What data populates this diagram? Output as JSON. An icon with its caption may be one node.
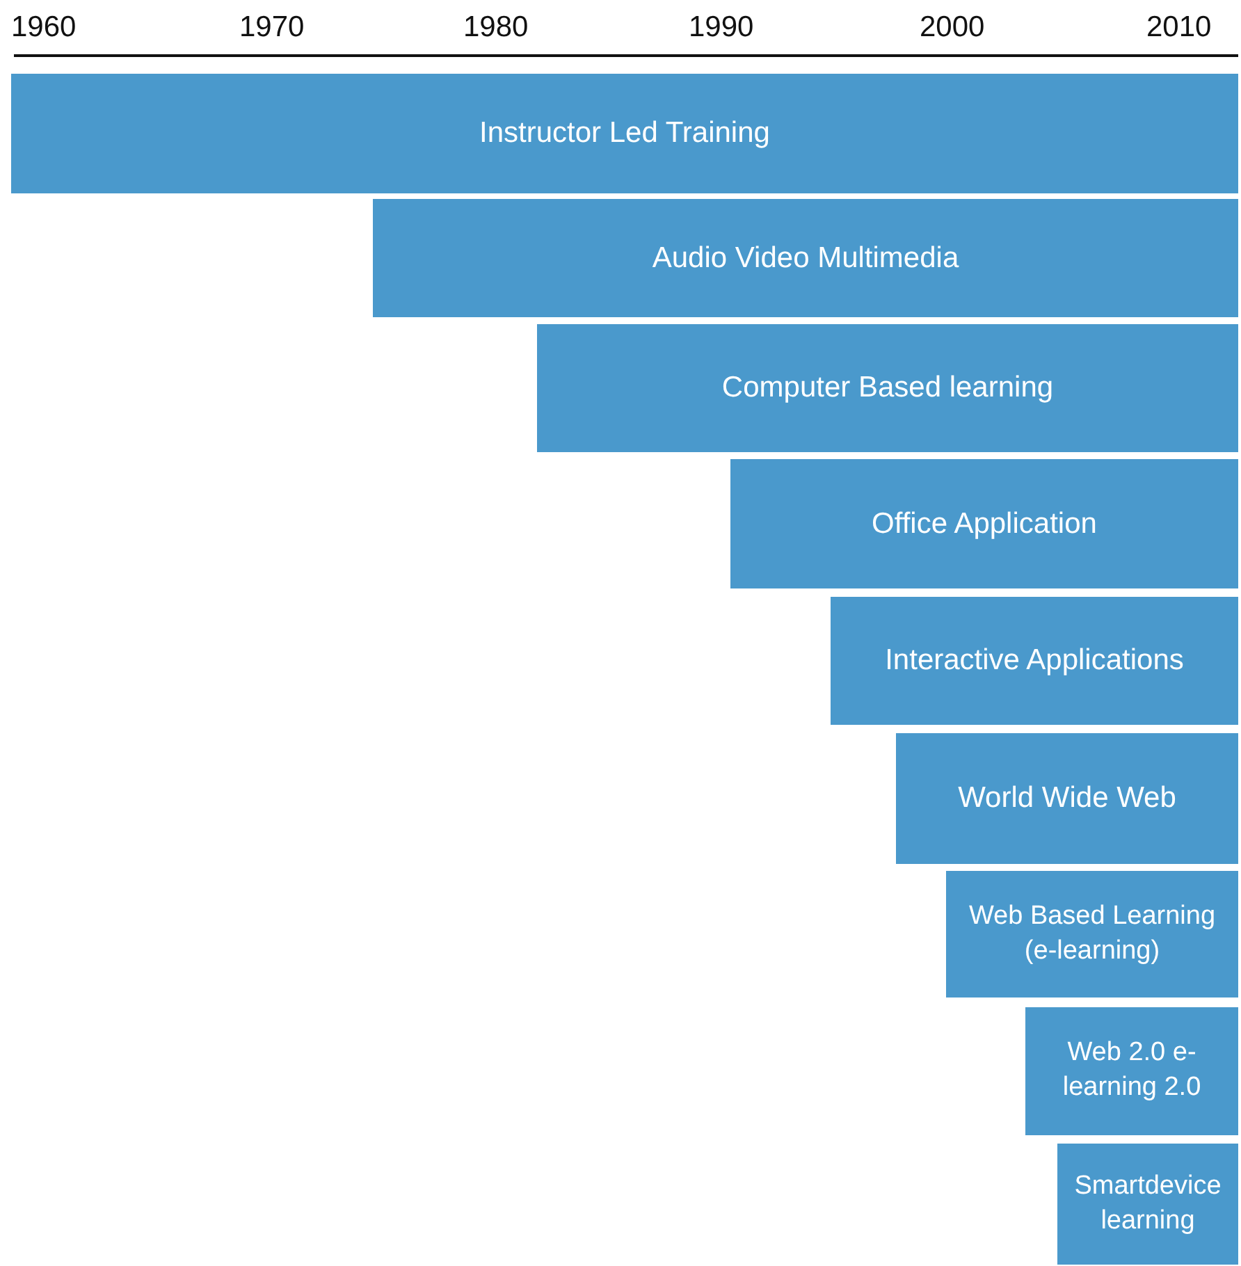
{
  "diagram": {
    "nodes": [
      {
        "text": [
          "Instructor Led Training"
        ]
      },
      {
        "text": [
          "Audio Video Multimedia"
        ]
      },
      {
        "text": [
          "Computer Based learning"
        ]
      },
      {
        "text": [
          "Office Application"
        ]
      },
      {
        "text": [
          "Interactive Applications"
        ]
      },
      {
        "text": [
          "World Wide Web"
        ]
      },
      {
        "text": [
          "Web Based Learning (e-learning)"
        ]
      },
      {
        "text": [
          "Web 2.0 e-learning 2.0"
        ]
      },
      {
        "text": [
          "Smartdevice learning"
        ]
      }
    ],
    "labels": [
      "1960",
      "1970",
      "1980",
      "1990",
      "2000",
      "2010"
    ]
  }
}
